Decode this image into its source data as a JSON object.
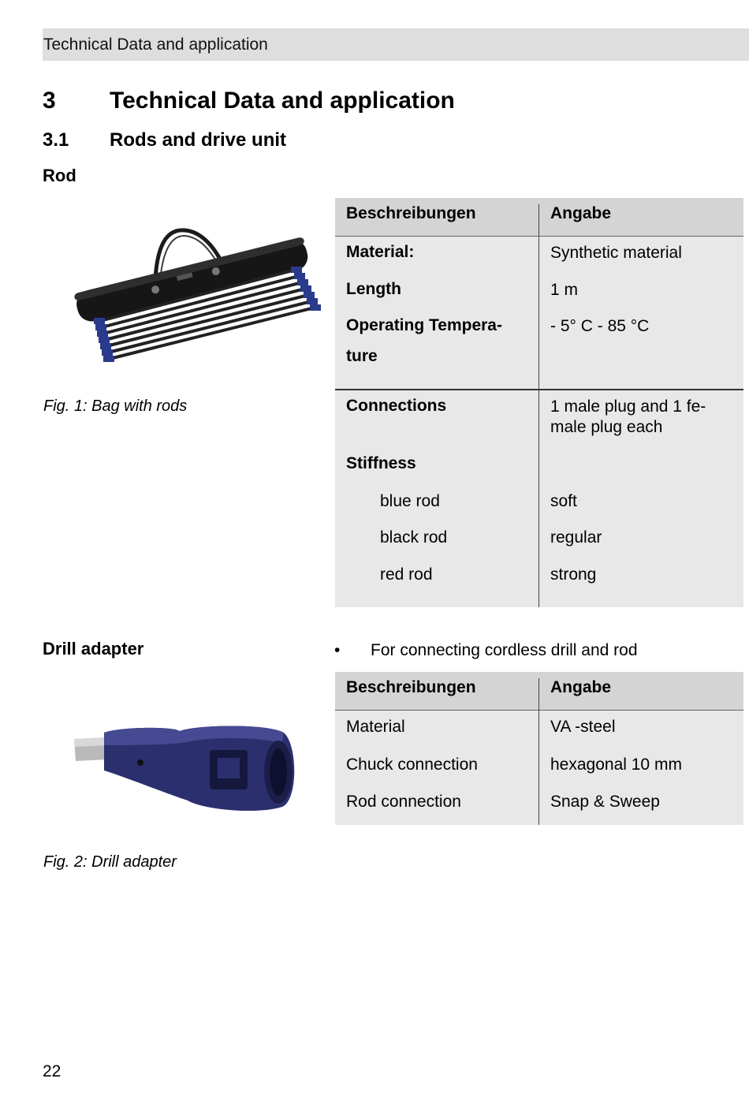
{
  "header": {
    "running_title": "Technical Data and application"
  },
  "section": {
    "number": "3",
    "title": "Technical Data and application"
  },
  "subsection": {
    "number": "3.1",
    "title": "Rods and drive unit"
  },
  "rod": {
    "heading": "Rod",
    "figure_caption": "Fig. 1: Bag with rods",
    "table": {
      "headers": [
        "Beschreibungen",
        "Angabe"
      ],
      "rows": [
        {
          "label": "Material:",
          "value": "Synthetic material"
        },
        {
          "label": "Length",
          "value": "1 m"
        },
        {
          "label_line1": "Operating Tempera-",
          "label_line2": "ture",
          "value": "- 5° C - 85 °C"
        },
        {
          "label": "Connections",
          "value_line1": "1 male plug and 1 fe-",
          "value_line2": "male plug each"
        },
        {
          "label": "Stiffness"
        },
        {
          "label": "blue rod",
          "value": "soft"
        },
        {
          "label": "black rod",
          "value": "regular"
        },
        {
          "label": "red rod",
          "value": "strong"
        }
      ]
    }
  },
  "drill_adapter": {
    "heading": "Drill adapter",
    "bullet": "For connecting cordless drill and rod",
    "figure_caption": "Fig. 2: Drill adapter",
    "table": {
      "headers": [
        "Beschreibungen",
        "Angabe"
      ],
      "rows": [
        {
          "label": "Material",
          "value": "VA -steel"
        },
        {
          "label": "Chuck connection",
          "value": "hexagonal 10 mm"
        },
        {
          "label": "Rod connection",
          "value": "Snap & Sweep"
        }
      ]
    }
  },
  "page_number": "22",
  "colors": {
    "header_bar": "#dedede",
    "table_header": "#d4d4d4",
    "table_body": "#e8e8e8",
    "rod_blue": "#2a3a8c",
    "adapter_blue": "#2c2f6e"
  }
}
